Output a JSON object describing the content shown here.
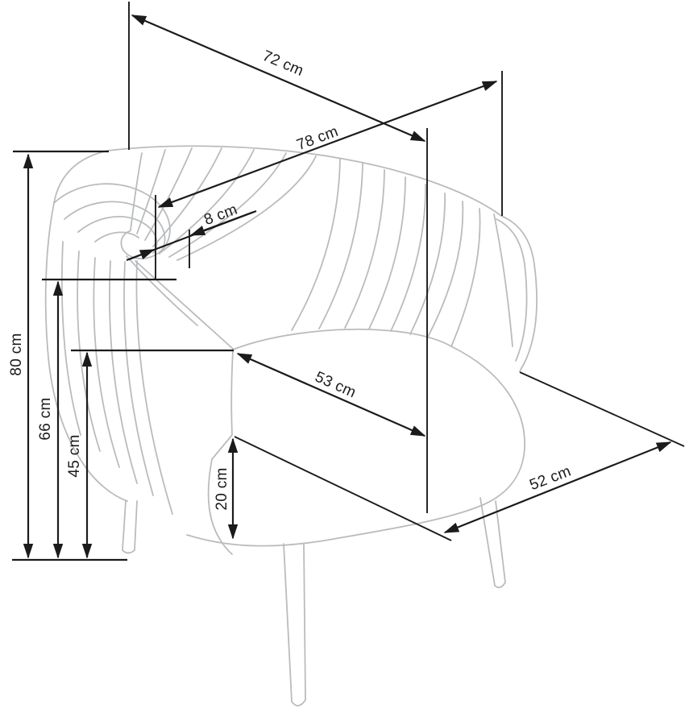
{
  "diagram": {
    "subject": "armchair dimension drawing",
    "background_color": "#ffffff",
    "dimension_line_color": "#1b1b1b",
    "drawing_line_color": "#b9bcbe",
    "unit": "cm"
  },
  "dims": {
    "d72": {
      "label": "72 cm",
      "value": 72
    },
    "d78": {
      "label": "78 cm",
      "value": 78
    },
    "d8": {
      "label": "8 cm",
      "value": 8
    },
    "d80": {
      "label": "80 cm",
      "value": 80
    },
    "d66": {
      "label": "66 cm",
      "value": 66
    },
    "d45": {
      "label": "45 cm",
      "value": 45
    },
    "d20": {
      "label": "20 cm",
      "value": 20
    },
    "d53": {
      "label": "53 cm",
      "value": 53
    },
    "d52": {
      "label": "52 cm",
      "value": 52
    }
  }
}
